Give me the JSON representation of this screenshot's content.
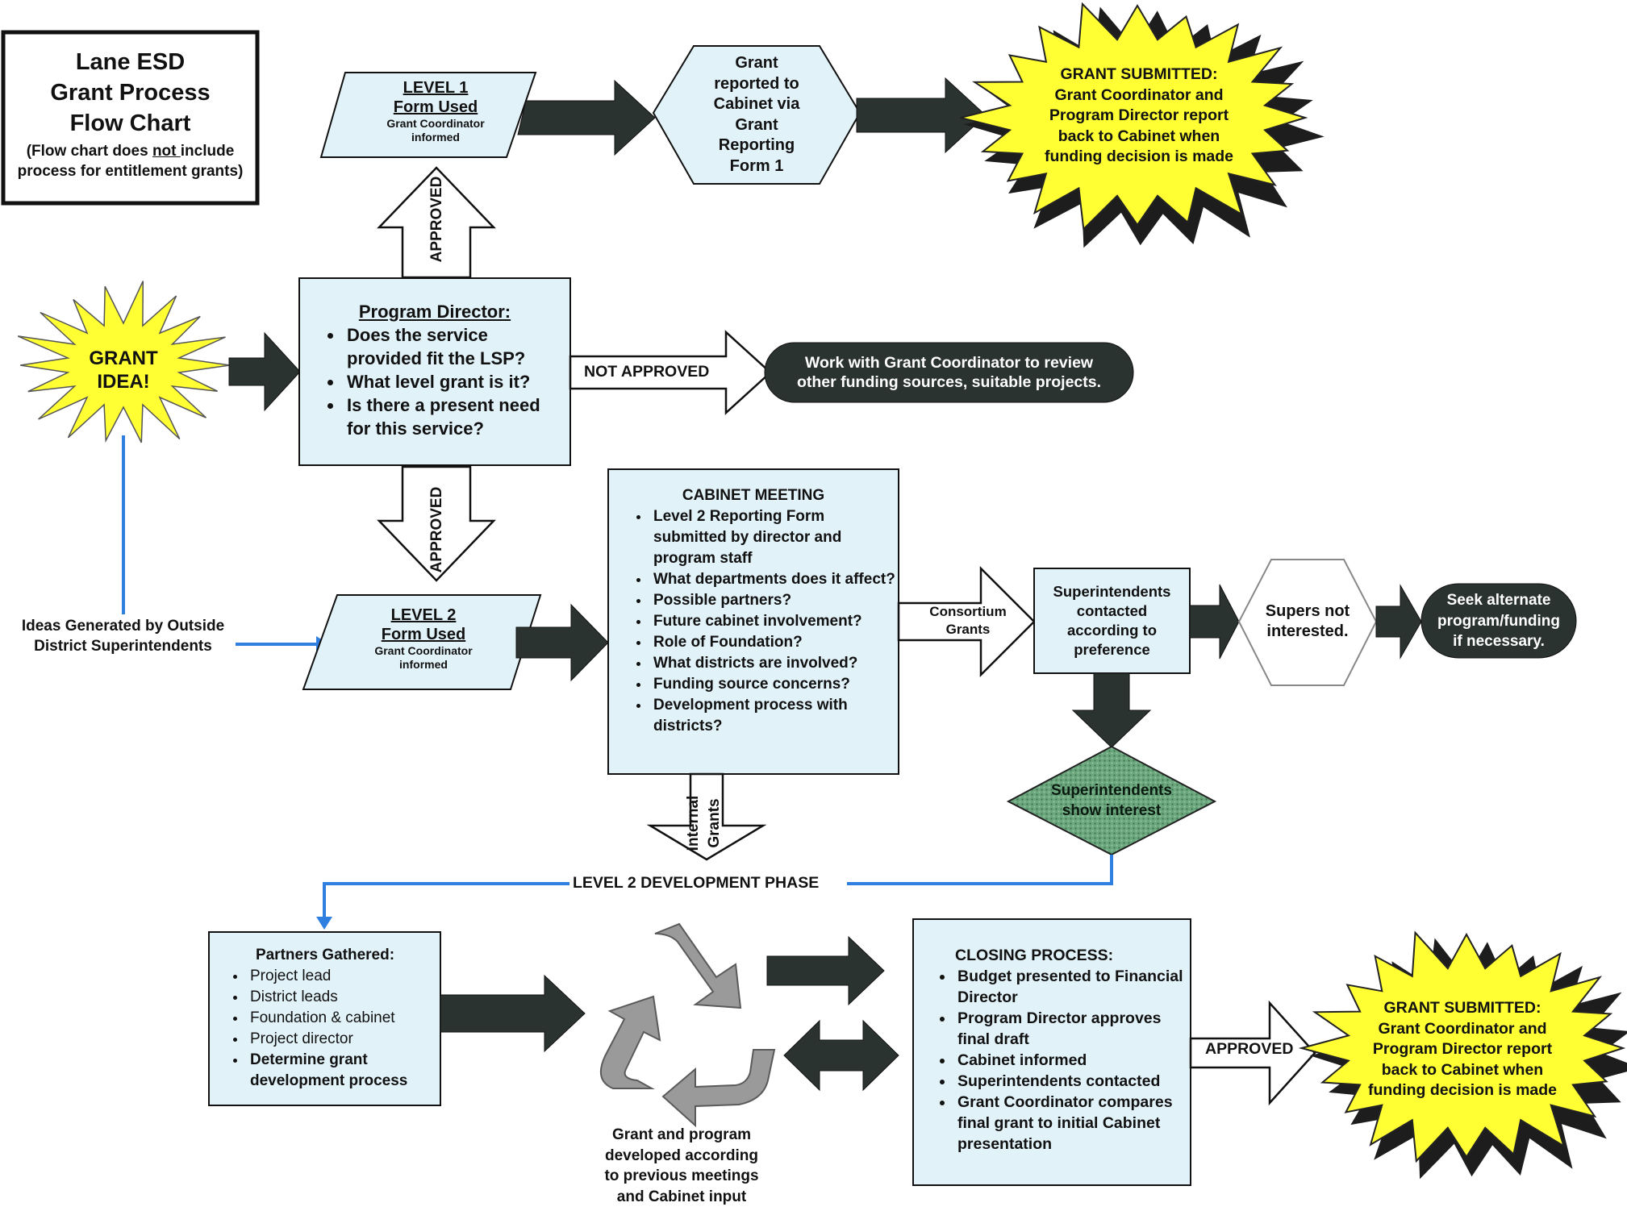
{
  "title_box": {
    "line1": "Lane ESD",
    "line2": "Grant Process",
    "line3": "Flow Chart",
    "note_pre": "(Flow chart does ",
    "note_not": "not ",
    "note_post": "include",
    "note_line2": "process for entitlement grants)"
  },
  "start": {
    "line1": "GRANT",
    "line2": "IDEA!"
  },
  "outside_ideas": {
    "line1": "Ideas Generated by Outside",
    "line2": "District Superintendents"
  },
  "level1": {
    "line1": "LEVEL 1",
    "line2": "Form Used",
    "sub1": "Grant Coordinator",
    "sub2": "informed"
  },
  "cabinet_report": {
    "lines": [
      "Grant",
      "reported to",
      "Cabinet via",
      "Grant",
      "Reporting",
      "Form 1"
    ]
  },
  "submitted_top": {
    "lines": [
      "GRANT SUBMITTED:",
      "Grant Coordinator and",
      "Program Director report",
      "back to Cabinet when",
      "funding decision is made"
    ]
  },
  "program_director": {
    "heading": "Program Director:",
    "items": [
      "Does the service provided fit the LSP?",
      "What level grant is it?",
      "Is there a present need for this service?"
    ]
  },
  "labels": {
    "approved": "APPROVED",
    "not_approved": "NOT APPROVED",
    "consortium_1": "Consortium",
    "consortium_2": "Grants",
    "internal_1": "Internal",
    "internal_2": "Grants",
    "dev_phase": "LEVEL 2 DEVELOPMENT PHASE"
  },
  "work_with": {
    "line1": "Work with Grant Coordinator to review",
    "line2": "other funding sources,  suitable projects."
  },
  "level2": {
    "line1": "LEVEL 2",
    "line2": "Form Used",
    "sub1": "Grant Coordinator",
    "sub2": "informed"
  },
  "cabinet_meeting": {
    "heading": "CABINET MEETING",
    "items": [
      "Level 2 Reporting Form submitted by director and program staff",
      "What departments does it affect?",
      "Possible partners?",
      "Future cabinet involvement?",
      "Role of Foundation?",
      "What districts are involved?",
      "Funding source concerns?",
      "Development process with districts?"
    ]
  },
  "supts_contacted": {
    "lines": [
      "Superintendents",
      "contacted",
      "according to",
      "preference"
    ]
  },
  "supts_not": {
    "line1": "Supers not",
    "line2": "interested."
  },
  "seek_alt": {
    "lines": [
      "Seek alternate",
      "program/funding",
      "if necessary."
    ]
  },
  "supts_interest": {
    "line1": "Superintendents",
    "line2": "show interest"
  },
  "partners": {
    "heading": "Partners Gathered:",
    "items": [
      "Project lead",
      "District leads",
      "Foundation & cabinet",
      "Project director"
    ],
    "bold_item": "Determine grant development process"
  },
  "develop_caption": {
    "lines": [
      "Grant and program",
      "developed according",
      "to previous meetings",
      "and Cabinet input"
    ]
  },
  "closing": {
    "heading": "CLOSING PROCESS:",
    "items": [
      "Budget presented to Financial Director",
      "Program Director approves final draft",
      "Cabinet informed",
      "Superintendents contacted",
      "Grant Coordinator compares final grant to initial Cabinet presentation"
    ]
  },
  "submitted_bottom": {
    "lines": [
      "GRANT SUBMITTED:",
      "Grant Coordinator and",
      "Program Director report",
      "back to Cabinet when",
      "funding decision is made"
    ]
  },
  "colors": {
    "box_fill": "#e2f2f9",
    "dark_arrow": "#2b3330",
    "starburst": "#ffff33",
    "connector_blue": "#2f7fe0",
    "diamond_green": "#5e9c74",
    "recycle_gray": "#9a9a9a"
  }
}
